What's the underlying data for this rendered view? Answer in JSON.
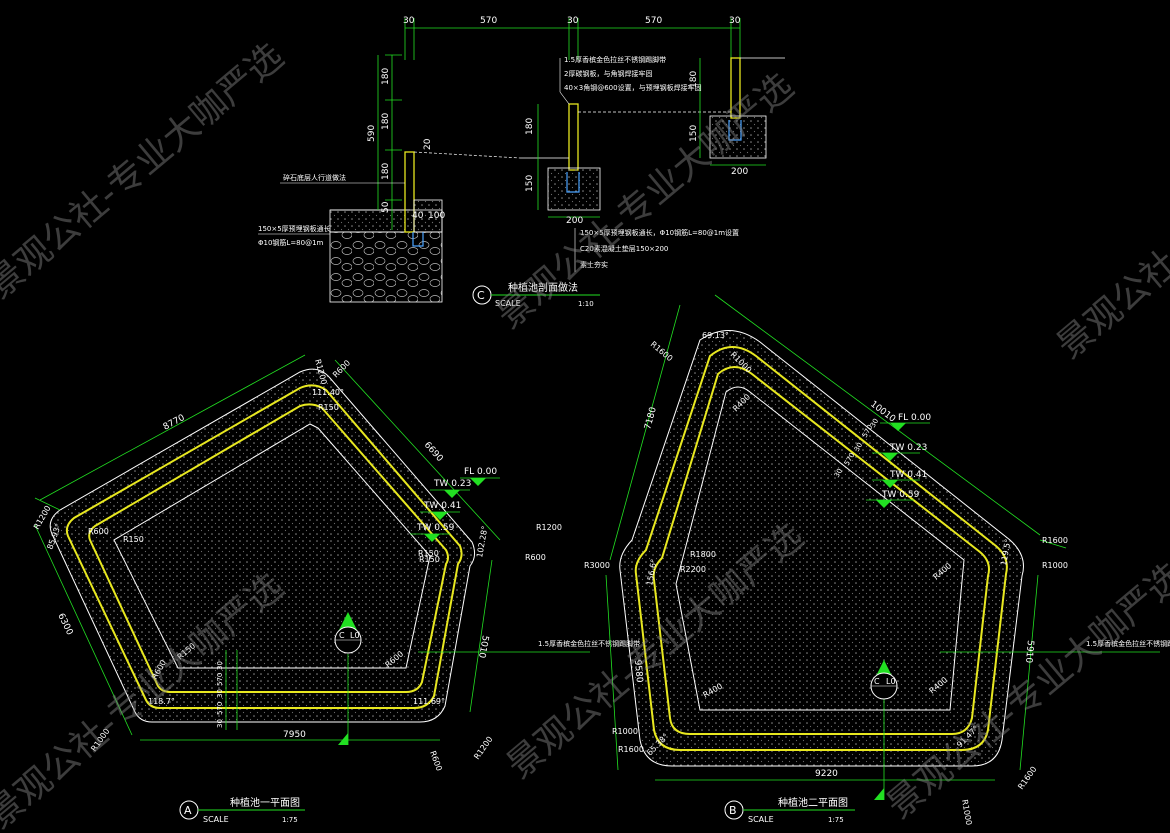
{
  "colors": {
    "background": "#000000",
    "dimension": "#22e022",
    "wall": "#e8e820",
    "outline": "#ffffff",
    "fill_dots": "#8a8a8a",
    "note_text": "#ffffff",
    "marker": "#22e022",
    "watermark": "#777777"
  },
  "section_c": {
    "top_dims": [
      "30",
      "570",
      "30",
      "570",
      "30"
    ],
    "left_dims": [
      "180",
      "180",
      "590",
      "180",
      "50"
    ],
    "mid_dims": [
      "180",
      "150"
    ],
    "right_dims": [
      "180",
      "150"
    ],
    "dim_20": "20",
    "dim_40": "40",
    "dim_100": "100",
    "footing_widths": [
      "200",
      "200"
    ],
    "notes_top": [
      "1.5厚香槟金色拉丝不锈钢踢脚带",
      "2厚碳钢板，与角钢焊接牢固",
      "40×3角钢@600设置，与预埋钢板焊接牢固"
    ],
    "notes_left": [
      "碎石底层人行道做法",
      "150×5厚预埋钢板通长",
      "Φ10钢筋L=80@1m"
    ],
    "notes_bottom": [
      "150×5厚预埋钢板通长，Φ10钢筋L=80@1m设置",
      "C20素混凝土垫层150×200",
      "素土夯实"
    ],
    "label_letter": "C",
    "title": "种植池剖面做法",
    "scale_label": "SCALE",
    "scale_value": "1:10"
  },
  "plan_a": {
    "dims": [
      "8770",
      "6690",
      "6300",
      "5010",
      "7950"
    ],
    "radii": [
      "R1200",
      "R600",
      "R150",
      "R1200",
      "R600",
      "R150",
      "R600",
      "R150",
      "R1200",
      "R600",
      "R1000",
      "R1200",
      "R600",
      "R150",
      "R600",
      "R150"
    ],
    "angles": [
      "111.40°",
      "85.93°",
      "102.28°",
      "118.7°",
      "111.69°"
    ],
    "small_dims": [
      "30",
      "570",
      "30",
      "570",
      "30"
    ],
    "levels": [
      "FL 0.00",
      "TW 0.23",
      "TW 0.41",
      "TW 0.59"
    ],
    "section_marker": [
      "C",
      "L0"
    ],
    "note": "1.5厚香槟金色拉丝不锈钢踢脚带",
    "label_letter": "A",
    "title": "种植池一平面图",
    "scale_label": "SCALE",
    "scale_value": "1:75"
  },
  "plan_b": {
    "dims": [
      "7180",
      "10010",
      "9580",
      "5910",
      "9220"
    ],
    "radii": [
      "R1600",
      "R1000",
      "R400",
      "R1600",
      "R1000",
      "R400",
      "R3000",
      "R1800",
      "R2200",
      "R400",
      "R1000",
      "R1600",
      "R400",
      "R1000",
      "R1600"
    ],
    "angles": [
      "69.13°",
      "119.5°",
      "156.6°",
      "91.47°",
      "65.38°"
    ],
    "small_dims": [
      "30",
      "570",
      "30",
      "570",
      "30"
    ],
    "levels": [
      "FL 0.00",
      "TW 0.23",
      "TW 0.41",
      "TW 0.59"
    ],
    "section_marker": [
      "C",
      "L0"
    ],
    "note": "1.5厚香槟金色拉丝不锈钢踢脚带",
    "label_letter": "B",
    "title": "种植池二平面图",
    "scale_label": "SCALE",
    "scale_value": "1:75"
  },
  "watermark": {
    "text": "景观公社-专业大咖严选"
  }
}
